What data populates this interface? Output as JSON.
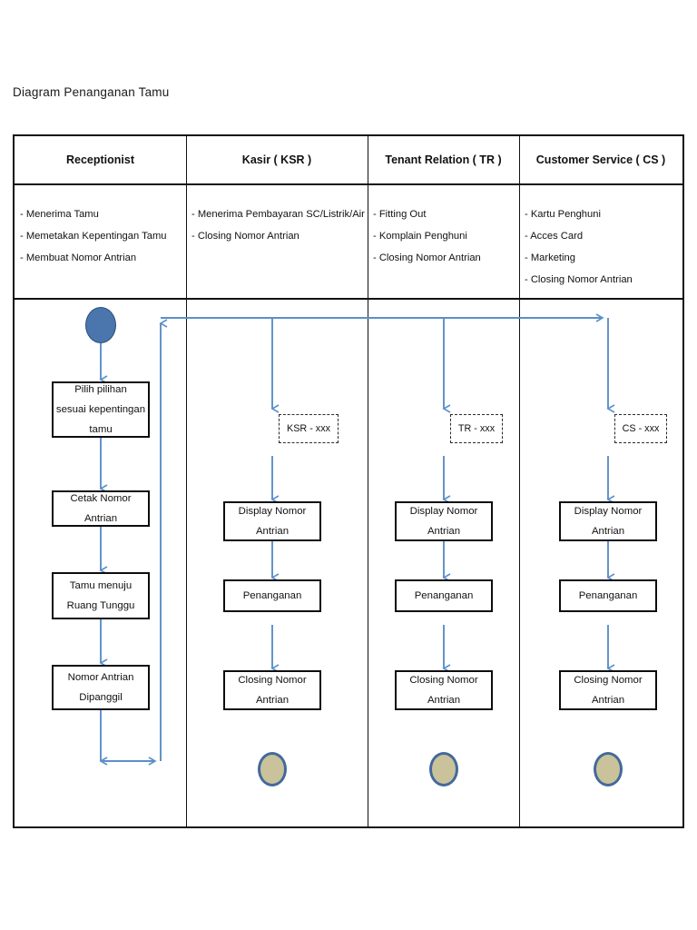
{
  "document": {
    "title": "Diagram Penanganan Tamu"
  },
  "colors": {
    "connector": "#5b8fc9",
    "box_border": "#0d0d0d",
    "start_node_fill": "#4a76ad",
    "start_node_border": "#2a4f7c",
    "end_node_fill": "#c9c29b",
    "end_node_border": "#44699a",
    "table_border": "#111111",
    "page_background": "#ffffff"
  },
  "table": {
    "columns": [
      {
        "id": "receptionist",
        "header": "Receptionist",
        "duties": [
          "- Menerima Tamu",
          "- Memetakan Kepentingan Tamu",
          "- Membuat Nomor Antrian"
        ]
      },
      {
        "id": "kasir",
        "header": "Kasir ( KSR )",
        "duties": [
          "- Menerima Pembayaran SC/Listrik/Air",
          "- Closing Nomor Antrian"
        ]
      },
      {
        "id": "tenant-relation",
        "header": "Tenant Relation ( TR )",
        "duties": [
          "- Fitting Out",
          "- Komplain Penghuni",
          "- Closing Nomor Antrian"
        ]
      },
      {
        "id": "customer-service",
        "header": "Customer Service ( CS )",
        "duties": [
          "- Kartu Penghuni",
          "- Acces Card",
          "- Marketing",
          "- Closing Nomor Antrian"
        ]
      }
    ]
  },
  "flow": {
    "receptionist": {
      "start_node_label": "",
      "steps": [
        {
          "line1": "Pilih pilihan",
          "line2": "sesuai kepentingan",
          "line3": "tamu"
        },
        {
          "line1": "Cetak Nomor",
          "line2": "Antrian"
        },
        {
          "line1": "Tamu menuju",
          "line2": "Ruang Tunggu"
        },
        {
          "line1": "Nomor Antrian",
          "line2": "Dipanggil"
        }
      ]
    },
    "kasir": {
      "note": "KSR - xxx",
      "steps": [
        {
          "line1": "Display Nomor",
          "line2": "Antrian"
        },
        {
          "line1": "Penanganan"
        },
        {
          "line1": "Closing Nomor",
          "line2": "Antrian"
        }
      ]
    },
    "tenant_relation": {
      "note": "TR - xxx",
      "steps": [
        {
          "line1": "Display Nomor",
          "line2": "Antrian"
        },
        {
          "line1": "Penanganan"
        },
        {
          "line1": "Closing Nomor",
          "line2": "Antrian"
        }
      ]
    },
    "customer_service": {
      "note": "CS - xxx",
      "steps": [
        {
          "line1": "Display Nomor",
          "line2": "Antrian"
        },
        {
          "line1": "Penanganan"
        },
        {
          "line1": "Closing Nomor",
          "line2": "Antrian"
        }
      ]
    }
  }
}
